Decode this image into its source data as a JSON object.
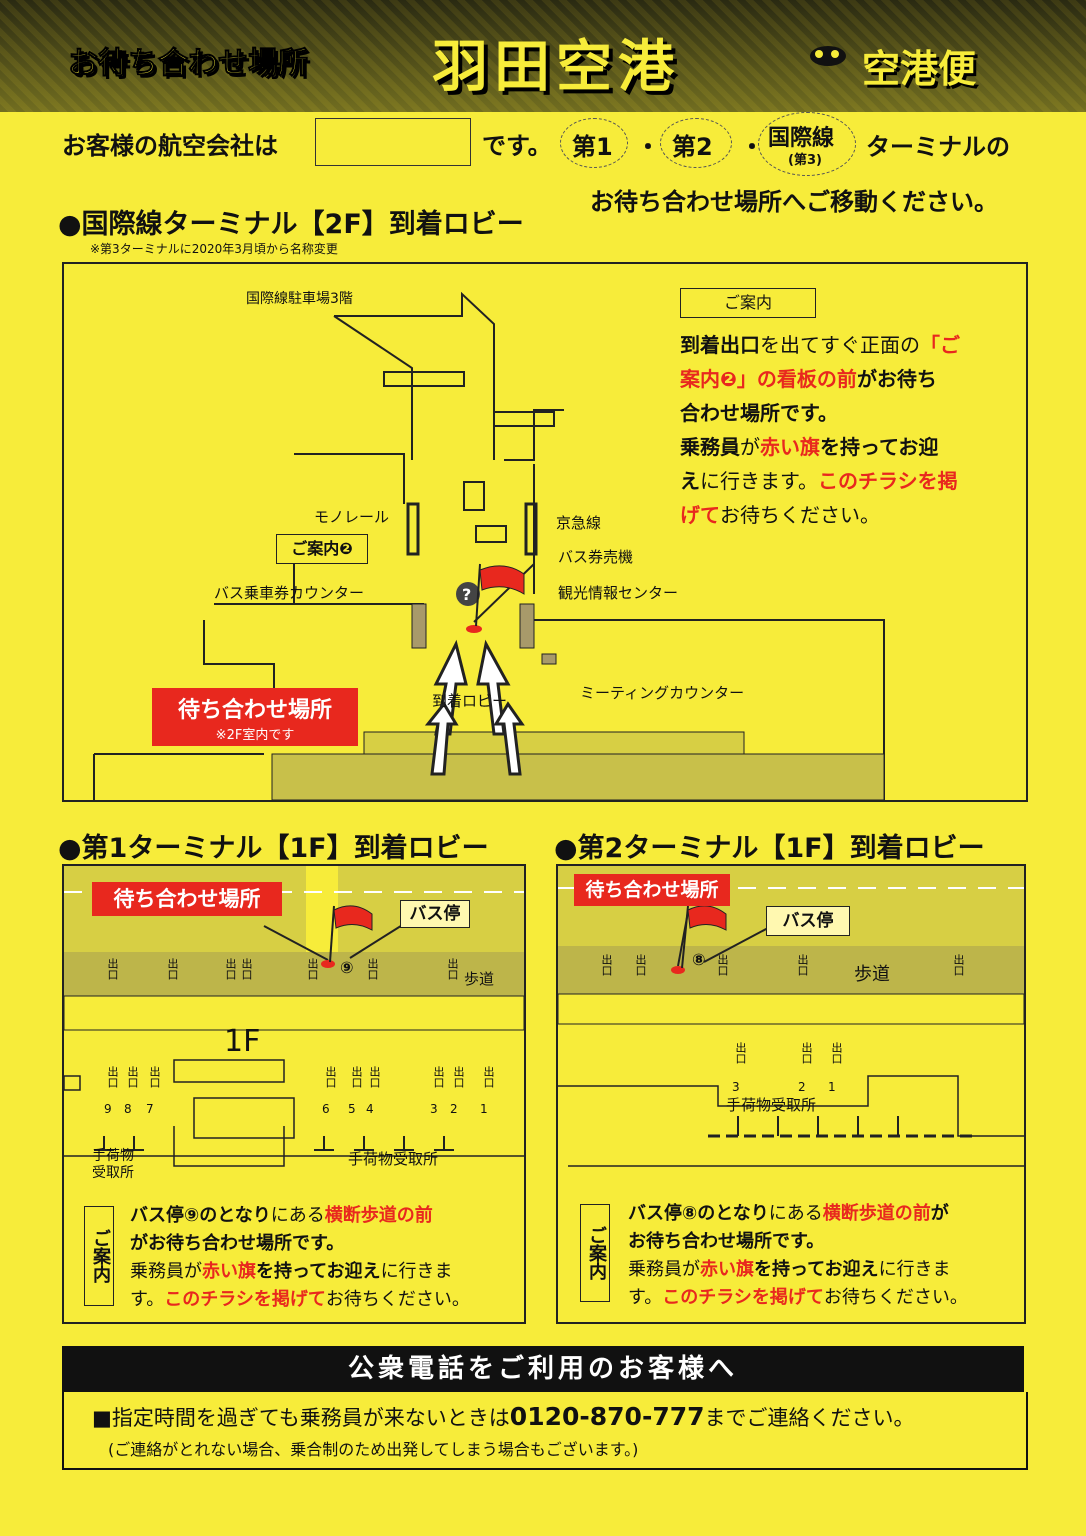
{
  "header": {
    "left_title": "お待ち合わせ場所",
    "center_title": "羽田空港",
    "brand": "空港便",
    "brand_icon": "car-logo-icon"
  },
  "intro": {
    "line1_a": "お客様の航空会社は",
    "airline_value": "",
    "line1_b": "です。",
    "terminal_1": "第1",
    "sep": "・",
    "terminal_2": "第2",
    "terminal_intl": "国際線",
    "terminal_intl_sub": "(第3)",
    "line1_c": "ターミナルの",
    "line2": "お待ち合わせ場所へご移動ください。"
  },
  "intl": {
    "heading": "●国際線ターミナル【2F】到着ロビー",
    "note": "※第3ターミナルに2020年3月頃から名称変更",
    "labels": {
      "parking": "国際線駐車場3階",
      "monorail": "モノレール",
      "keikyu": "京急線",
      "bus_ticket_machine": "バス券売機",
      "info": "ご案内❷",
      "bus_counter": "バス乗車券カウンター",
      "tourist_center": "観光情報センター",
      "meeting_counter": "ミーティングカウンター",
      "arrival_lobby": "到着ロビー",
      "meeting_place": "待ち合わせ場所",
      "meeting_place_sub": "※2F室内です"
    },
    "guide": {
      "label": "ご案内",
      "l1a": "到着出口",
      "l1b": "を出てすぐ正面の",
      "l1c": "「ご",
      "l2a": "案内❷」の看板の前",
      "l2b": "がお待ち",
      "l3": "合わせ場所です。",
      "l4a": "乗務員",
      "l4b": "が",
      "l4c": "赤い旗",
      "l4d": "を持ってお迎",
      "l5a": "え",
      "l5b": "に行きます。",
      "l5c": "このチラシを掲",
      "l6a": "げて",
      "l6b": "お待ちください。"
    }
  },
  "t1": {
    "heading": "●第1ターミナル【1F】到着ロビー",
    "meeting_place": "待ち合わせ場所",
    "bus_stop": "バス停",
    "bus_stop_no": "⑨",
    "sidewalk": "歩道",
    "floor": "1F",
    "exit": "出口",
    "exits": [
      "9",
      "8",
      "7",
      "6",
      "5",
      "4",
      "3",
      "2",
      "1"
    ],
    "baggage_a": "手荷物受取所",
    "baggage_b1": "手荷物",
    "baggage_b2": "受取所",
    "guide_label": "ご案内",
    "g1a": "バス停⑨のとなり",
    "g1b": "にある",
    "g1c": "横断歩道の前",
    "g2": "がお待ち合わせ場所です。",
    "g3a": "乗務員が",
    "g3b": "赤い旗",
    "g3c": "を持ってお迎え",
    "g3d": "に行きま",
    "g4a": "す。",
    "g4b": "このチラシを掲げて",
    "g4c": "お待ちください。"
  },
  "t2": {
    "heading": "●第2ターミナル【1F】到着ロビー",
    "meeting_place": "待ち合わせ場所",
    "bus_stop": "バス停",
    "bus_stop_no": "⑧",
    "sidewalk": "歩道",
    "exit": "出口",
    "exits": [
      "3",
      "2",
      "1"
    ],
    "baggage": "手荷物受取所",
    "guide_label": "ご案内",
    "g1a": "バス停⑧のとなり",
    "g1b": "にある",
    "g1c": "横断歩道の前",
    "g1d": "が",
    "g2": "お待ち合わせ場所です。",
    "g3a": "乗務員が",
    "g3b": "赤い旗",
    "g3c": "を持ってお迎え",
    "g3d": "に行きま",
    "g4a": "す。",
    "g4b": "このチラシを掲げて",
    "g4c": "お待ちください。"
  },
  "phone": {
    "bar": "公衆電話をご利用のお客様へ",
    "l1a": "■指定時間を過ぎても乗務員が来ないときは",
    "number": "0120-870-777",
    "l1b": "までご連絡ください。",
    "l2": "(ご連絡がとれない場合、乗合制のため出発してしまう場合もございます。)"
  },
  "colors": {
    "background": "#f7ec3a",
    "accent": "#e8281e",
    "dark": "#111111"
  }
}
